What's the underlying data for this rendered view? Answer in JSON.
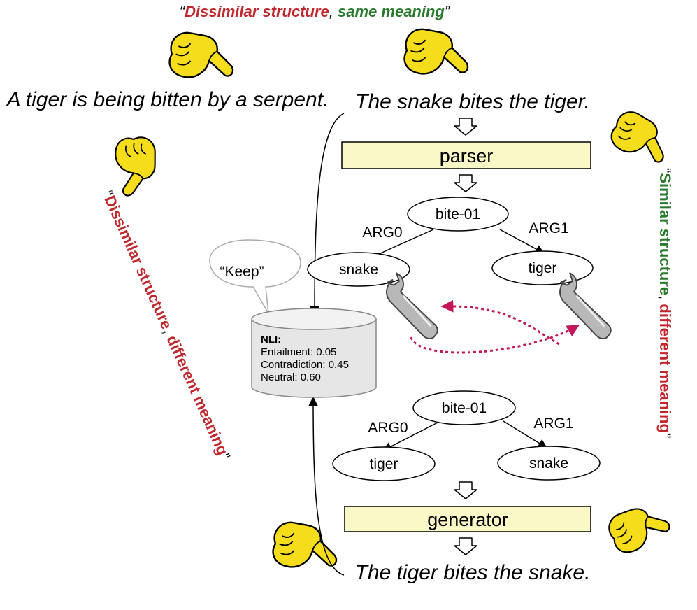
{
  "title": {
    "open_quote": "“",
    "part1": "Dissimilar structure",
    "comma": ",",
    "part2": "same meaning",
    "close_quote": "”"
  },
  "sentences": {
    "paraphrase": "A tiger is being bitten by a serpent.",
    "original": "The snake bites the tiger.",
    "generated": "The tiger bites the snake."
  },
  "pipeline": {
    "parser": "parser",
    "generator": "generator"
  },
  "graph_original": {
    "root": "bite-01",
    "arg0_label": "ARG0",
    "arg1_label": "ARG1",
    "arg0": "snake",
    "arg1": "tiger"
  },
  "graph_swapped": {
    "root": "bite-01",
    "arg0_label": "ARG0",
    "arg1_label": "ARG1",
    "arg0": "tiger",
    "arg1": "snake"
  },
  "nli": {
    "heading": "NLI:",
    "entailment": "Entailment: 0.05",
    "contradiction": "Contradiction: 0.45",
    "neutral": "Neutral: 0.60"
  },
  "speech_bubble": "“Keep”",
  "left_label": {
    "open_quote": "“",
    "part1": "Dissimilar structure",
    "comma": ",",
    "part2": "different meaning",
    "close_quote": "”"
  },
  "right_label": {
    "open_quote": "“",
    "part1": "Similar structure",
    "comma": ",",
    "part2": "different meaning",
    "close_quote": "”"
  },
  "colors": {
    "red": "#c0272d",
    "green": "#2a7a2e",
    "box_fill": "#fbf8c8",
    "hand": "#f5dd1b",
    "swap_arrow": "#c2185b"
  }
}
